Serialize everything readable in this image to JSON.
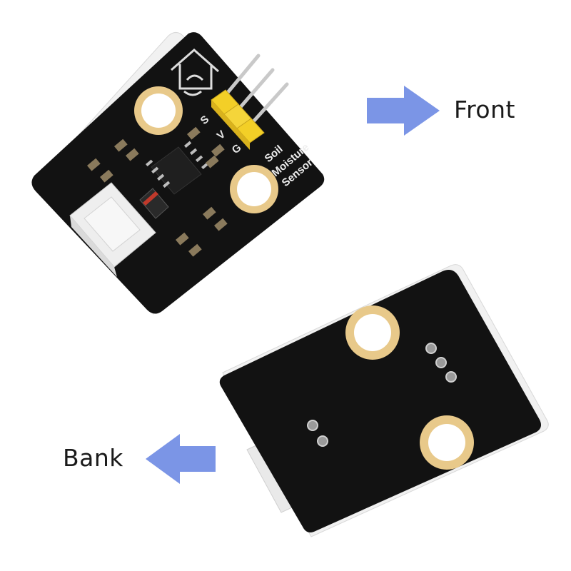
{
  "labels": {
    "front": "Front",
    "back": "Bank"
  },
  "board": {
    "silkscreen": [
      "Soil",
      "Moisture",
      "Sensor"
    ],
    "pins": [
      "S",
      "V",
      "G"
    ]
  },
  "colors": {
    "arrow": "#7b95e6",
    "pcb": "#111111",
    "pad_gold": "#e8c98a",
    "header_yellow": "#f3cf27",
    "connector": "#eeeeee"
  }
}
